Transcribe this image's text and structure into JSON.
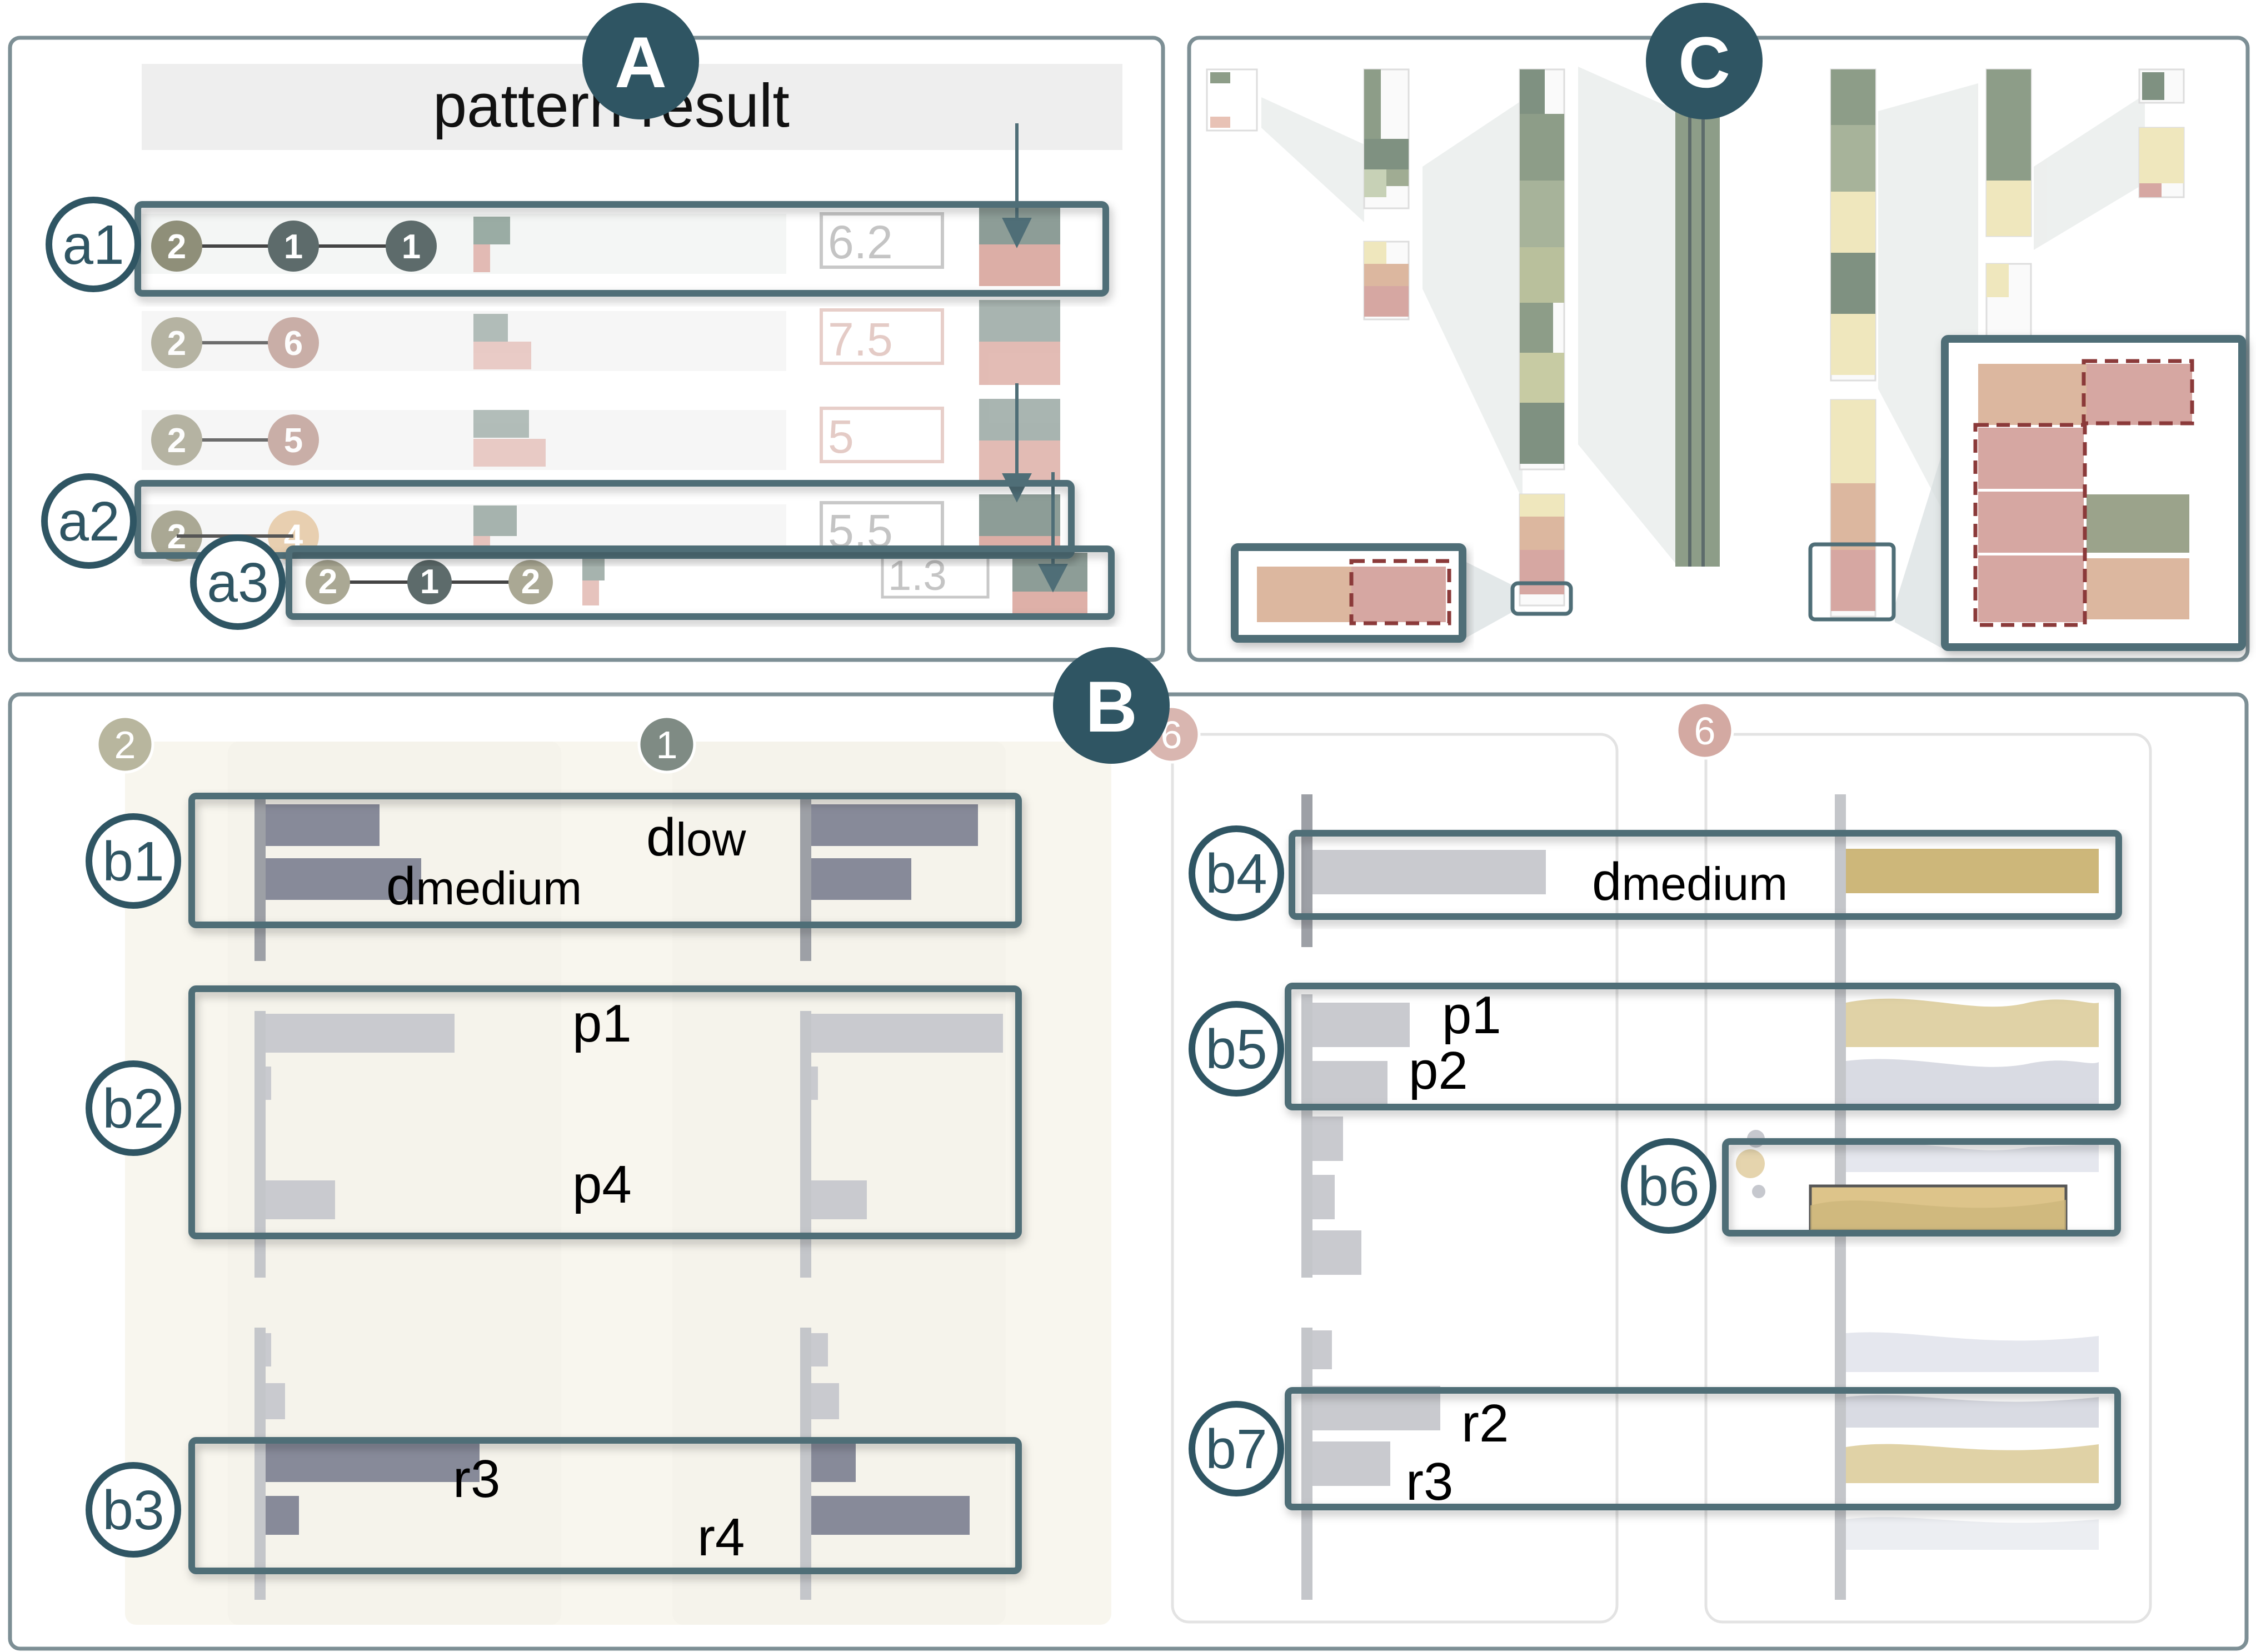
{
  "panels": {
    "A": {
      "badge": "A",
      "title": "pattern result",
      "rows": [
        {
          "callout": "a1",
          "nodes": [
            "2",
            "1",
            "1"
          ],
          "score": "6.2"
        },
        {
          "callout": "",
          "nodes": [
            "2",
            "6"
          ],
          "score": "7.5"
        },
        {
          "callout": "",
          "nodes": [
            "2",
            "5"
          ],
          "score": "5"
        },
        {
          "callout": "a2",
          "nodes": [
            "2",
            "4"
          ],
          "score": "5.5"
        },
        {
          "callout": "a3",
          "nodes": [
            "2",
            "1",
            "2"
          ],
          "score": "1.3"
        }
      ]
    },
    "B": {
      "badge": "B",
      "left_headers": [
        "2",
        "1"
      ],
      "right_headers": [
        "6",
        "6"
      ],
      "callouts_left": [
        "b1",
        "b2",
        "b3"
      ],
      "callouts_right": [
        "b4",
        "b5",
        "b6",
        "b7"
      ],
      "labels": {
        "b1_low": {
          "main": "d",
          "sub": "low"
        },
        "b1_medium": {
          "main": "d",
          "sub": "medium"
        },
        "b2_p1": "p1",
        "b2_p4": "p4",
        "b3_r3": "r3",
        "b3_r4": "r4",
        "b4_medium": {
          "main": "d",
          "sub": "medium"
        },
        "b5_p1": "p1",
        "b5_p2": "p2",
        "b7_r2": "r2",
        "b7_r3": "r3"
      }
    },
    "C": {
      "badge": "C"
    }
  },
  "colors": {
    "accent": "#2f5563",
    "panel_border": "#7d8f95",
    "node_olive": "#8f8f79",
    "node_dark": "#5d6b6b",
    "node_rose": "#b98d87",
    "bar_slate": "#878a99",
    "bar_light": "#c9cacf",
    "gold": "#cdb77a",
    "green": "#8d9d88",
    "pink": "#d6a7a2",
    "beige": "#efe7bd"
  }
}
